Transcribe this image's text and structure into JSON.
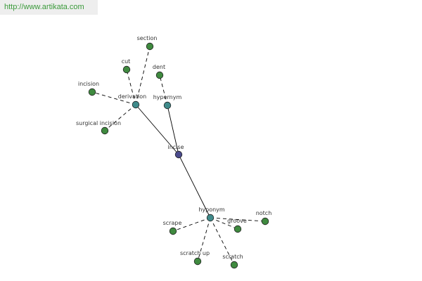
{
  "banner": {
    "url_text": "http://www.artikata.com"
  },
  "colors": {
    "center_node": "#4a4a8c",
    "relation_node": "#3f8a8a",
    "leaf_node": "#3f8a3f",
    "edge": "#000000"
  },
  "graph": {
    "center": {
      "id": "incise",
      "label": "incise"
    },
    "relations": [
      {
        "id": "derivation",
        "label": "derivation"
      },
      {
        "id": "hypernym",
        "label": "hypernym"
      },
      {
        "id": "hyponym",
        "label": "hyponym"
      }
    ],
    "leaves": [
      {
        "id": "section",
        "label": "section",
        "parent": "derivation"
      },
      {
        "id": "cut",
        "label": "cut",
        "parent": "derivation"
      },
      {
        "id": "incision",
        "label": "incision",
        "parent": "derivation"
      },
      {
        "id": "surgical-incision",
        "label": "surgical incision",
        "parent": "derivation"
      },
      {
        "id": "dent",
        "label": "dent",
        "parent": "hypernym"
      },
      {
        "id": "scrape",
        "label": "scrape",
        "parent": "hyponym"
      },
      {
        "id": "scratch-up",
        "label": "scratch up",
        "parent": "hyponym"
      },
      {
        "id": "scratch",
        "label": "scratch",
        "parent": "hyponym"
      },
      {
        "id": "groove",
        "label": "groove",
        "parent": "hyponym"
      },
      {
        "id": "notch",
        "label": "notch",
        "parent": "hyponym"
      }
    ]
  }
}
